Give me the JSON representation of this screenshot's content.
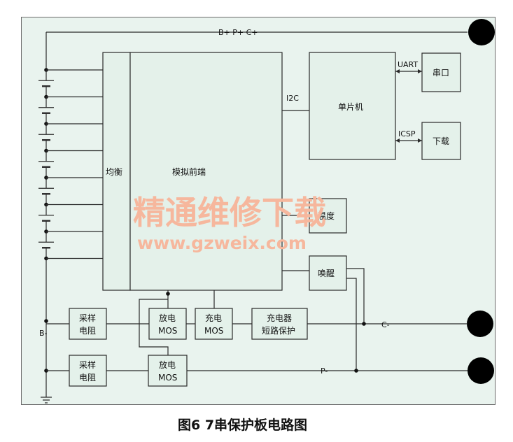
{
  "diagram": {
    "caption": "图6 7串保护板电路图",
    "blocks": {
      "balance": "均衡",
      "afe": "模拟前端",
      "mcu": "单片机",
      "serial": "串口",
      "download": "下载",
      "temp": "温度",
      "wake": "唤醒",
      "sample1_l1": "采样",
      "sample1_l2": "电阻",
      "discharge1_l1": "放电",
      "discharge1_l2": "MOS",
      "charge_l1": "充电",
      "charge_l2": "MOS",
      "charger_l1": "充电器",
      "charger_l2": "短路保护",
      "sample2_l1": "采样",
      "sample2_l2": "电阻",
      "discharge2_l1": "放电",
      "discharge2_l2": "MOS"
    },
    "labels": {
      "top_rail": "B+ P+ C+",
      "b_minus": "B-",
      "c_minus": "C-",
      "p_minus": "P-",
      "i2c": "I2C",
      "uart": "UART",
      "icsp": "ICSP"
    },
    "watermark": {
      "line1": "精通维修下载",
      "line2": "www.gzweix.com"
    },
    "colors": {
      "background": "#e9f3ee",
      "line": "#2a2a2a",
      "watermark": "#f6b79d"
    }
  }
}
